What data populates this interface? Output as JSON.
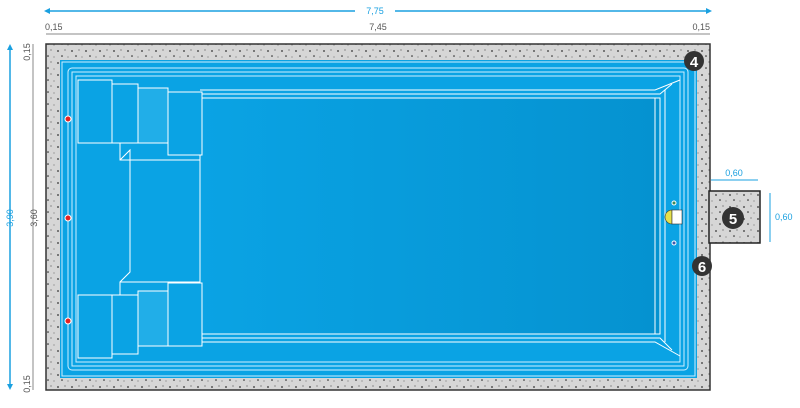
{
  "dimensions": {
    "total_length": "7,75",
    "inner_length": "7,45",
    "wall_left": "0,15",
    "wall_right": "0,15",
    "total_width": "3,90",
    "inner_width": "3,60",
    "wall_top": "0,15",
    "wall_bottom": "0,15",
    "box_width": "0,60",
    "box_height": "0,60"
  },
  "badges": {
    "skimmer_corner": "4",
    "filter_box": "5",
    "return": "6"
  },
  "colors": {
    "water": "#0aa3e4",
    "floor": "#0a96d6",
    "concrete": "#d4d4d4",
    "dimension": "#1aa0e0",
    "light": "#e6e04a",
    "jet": "#e32222"
  }
}
